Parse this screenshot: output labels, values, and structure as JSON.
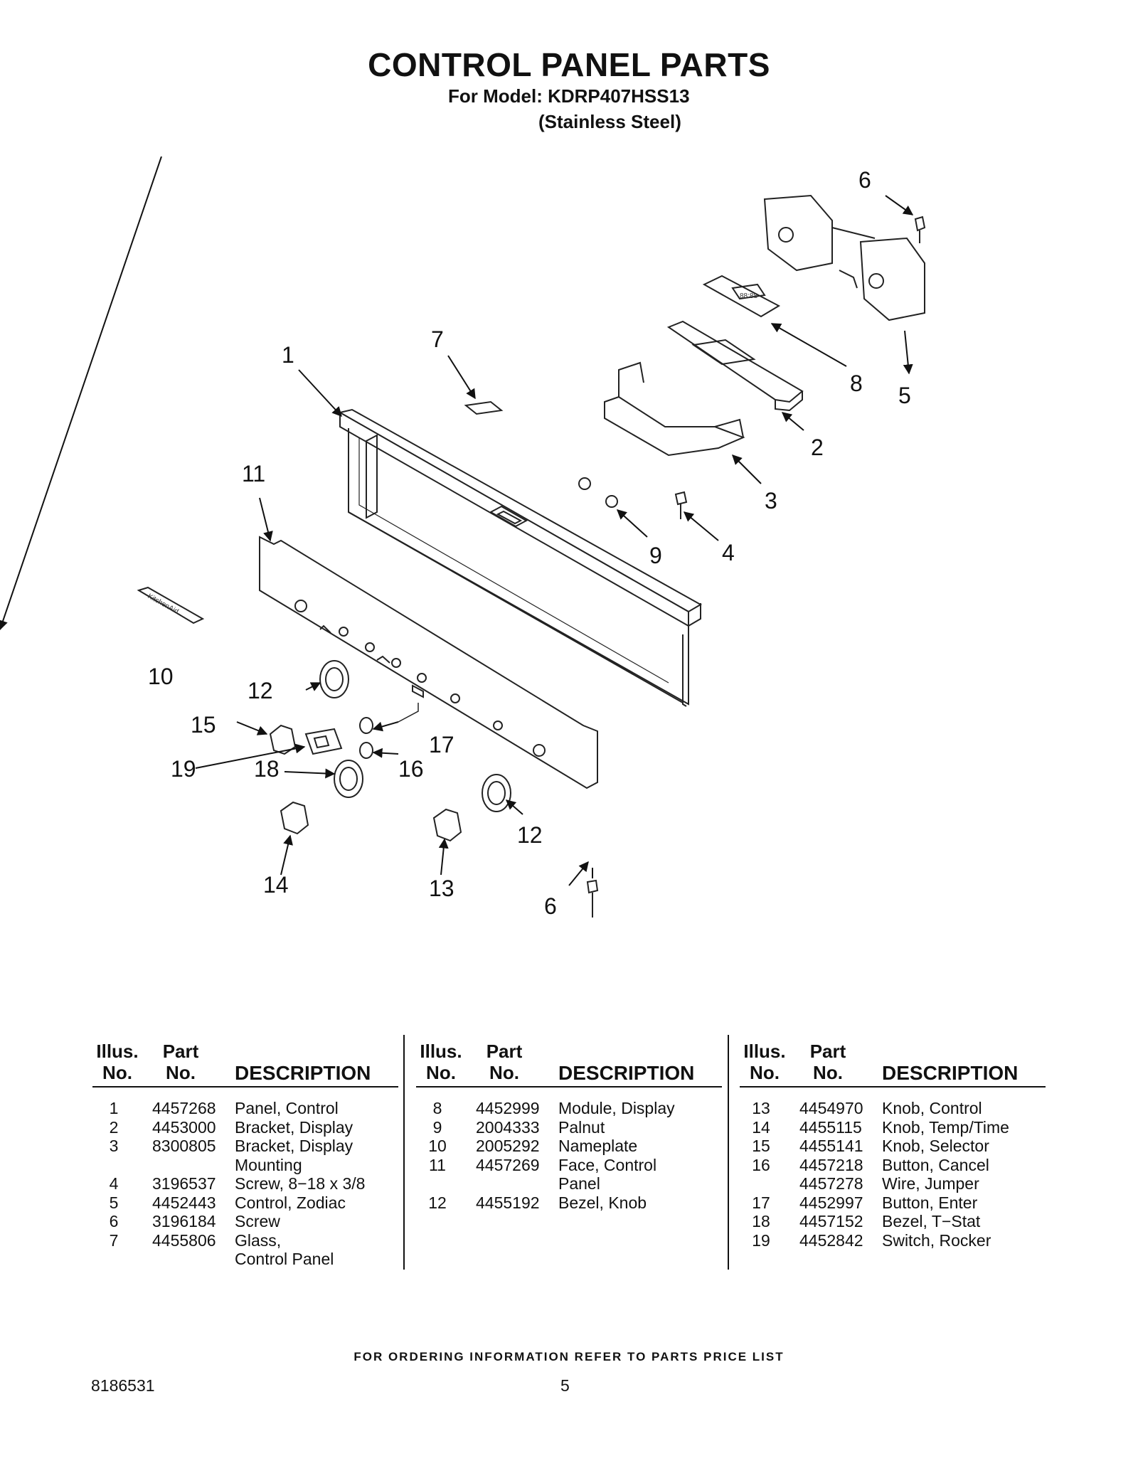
{
  "title": "CONTROL PANEL PARTS",
  "model_line": "For Model: KDRP407HSS13",
  "finish_line": "(Stainless Steel)",
  "diagram": {
    "callouts": [
      "1",
      "2",
      "3",
      "4",
      "5",
      "6",
      "6",
      "7",
      "8",
      "9",
      "10",
      "11",
      "12",
      "12",
      "13",
      "14",
      "15",
      "16",
      "17",
      "18",
      "19"
    ],
    "nameplate_text": "KitchenAid",
    "display_text": "88:88"
  },
  "table": {
    "headers": {
      "illus_1": "Illus.",
      "illus_2": "No.",
      "part_1": "Part",
      "part_2": "No.",
      "desc": "DESCRIPTION"
    },
    "columns": [
      [
        {
          "no": "1",
          "part": "4457268",
          "desc": "Panel, Control"
        },
        {
          "no": "2",
          "part": "4453000",
          "desc": "Bracket, Display"
        },
        {
          "no": "3",
          "part": "8300805",
          "desc": "Bracket, Display"
        },
        {
          "no": "",
          "part": "",
          "desc": "Mounting"
        },
        {
          "no": "4",
          "part": "3196537",
          "desc": "Screw, 8−18 x 3/8"
        },
        {
          "no": "5",
          "part": "4452443",
          "desc": "Control, Zodiac"
        },
        {
          "no": "6",
          "part": "3196184",
          "desc": "Screw"
        },
        {
          "no": "7",
          "part": "4455806",
          "desc": "Glass,"
        },
        {
          "no": "",
          "part": "",
          "desc": "Control Panel"
        }
      ],
      [
        {
          "no": "8",
          "part": "4452999",
          "desc": "Module, Display"
        },
        {
          "no": "9",
          "part": "2004333",
          "desc": "Palnut"
        },
        {
          "no": "10",
          "part": "2005292",
          "desc": "Nameplate"
        },
        {
          "no": "11",
          "part": "4457269",
          "desc": "Face, Control"
        },
        {
          "no": "",
          "part": "",
          "desc": "Panel"
        },
        {
          "no": "12",
          "part": "4455192",
          "desc": "Bezel, Knob"
        }
      ],
      [
        {
          "no": "13",
          "part": "4454970",
          "desc": "Knob, Control"
        },
        {
          "no": "14",
          "part": "4455115",
          "desc": "Knob, Temp/Time"
        },
        {
          "no": "15",
          "part": "4455141",
          "desc": "Knob, Selector"
        },
        {
          "no": "16",
          "part": "4457218",
          "desc": "Button, Cancel"
        },
        {
          "no": "",
          "part": "4457278",
          "desc": "Wire, Jumper"
        },
        {
          "no": "17",
          "part": "4452997",
          "desc": "Button, Enter"
        },
        {
          "no": "18",
          "part": "4457152",
          "desc": "Bezel, T−Stat"
        },
        {
          "no": "19",
          "part": "4452842",
          "desc": "Switch, Rocker"
        }
      ]
    ]
  },
  "footer_note": "FOR ORDERING INFORMATION REFER TO PARTS PRICE LIST",
  "doc_number": "8186531",
  "page_number": "5"
}
